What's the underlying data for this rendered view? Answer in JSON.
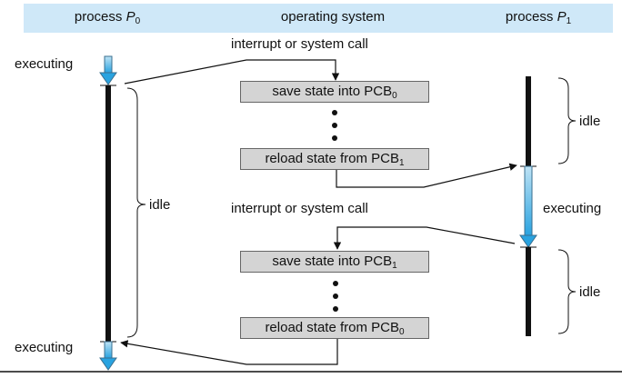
{
  "header": {
    "col_p0": {
      "prefix": "process ",
      "name": "P",
      "sub": "0"
    },
    "col_os": "operating system",
    "col_p1": {
      "prefix": "process ",
      "name": "P",
      "sub": "1"
    }
  },
  "events": {
    "interrupt_1": "interrupt or system call",
    "interrupt_2": "interrupt or system call"
  },
  "boxes": {
    "save_0": {
      "text": "save state into PCB",
      "sub": "0"
    },
    "reload_1": {
      "text": "reload state from PCB",
      "sub": "1"
    },
    "save_1": {
      "text": "save state into PCB",
      "sub": "1"
    },
    "reload_0": {
      "text": "reload state from PCB",
      "sub": "0"
    }
  },
  "states": {
    "p0_executing_top": "executing",
    "p0_idle": "idle",
    "p0_executing_bottom": "executing",
    "p1_idle_top": "idle",
    "p1_executing": "executing",
    "p1_idle_bottom": "idle"
  },
  "colors": {
    "header_bg": "#cfe8f8",
    "box_bg": "#d4d4d4",
    "arrow_exec_top": "#bfe3f5",
    "arrow_exec_bottom": "#29a3e0",
    "line": "#111111"
  }
}
